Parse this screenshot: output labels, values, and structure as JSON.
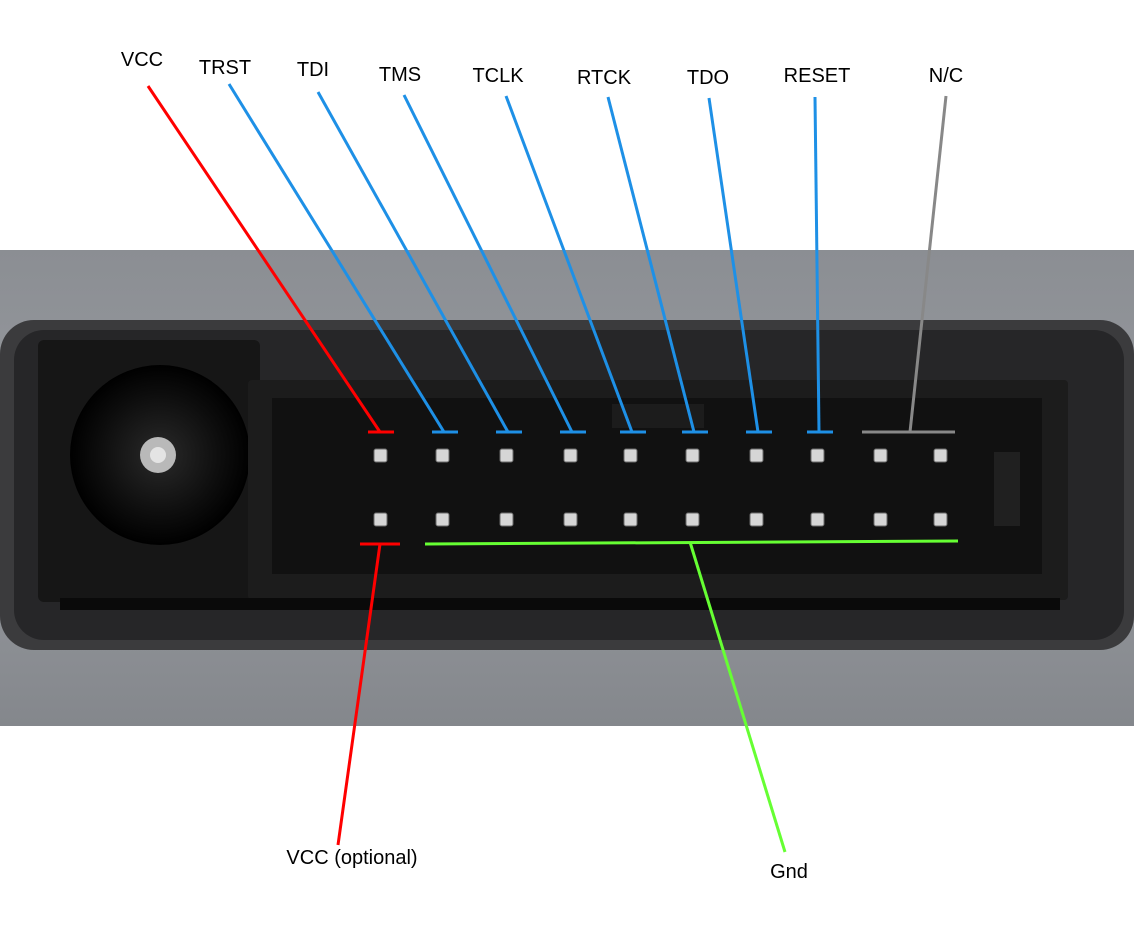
{
  "diagram": {
    "top_labels": [
      {
        "text": "VCC",
        "color": "#ff0000",
        "pin": 1
      },
      {
        "text": "TRST",
        "color": "#1e90e6",
        "pin": 3
      },
      {
        "text": "TDI",
        "color": "#1e90e6",
        "pin": 5
      },
      {
        "text": "TMS",
        "color": "#1e90e6",
        "pin": 7
      },
      {
        "text": "TCLK",
        "color": "#1e90e6",
        "pin": 9
      },
      {
        "text": "RTCK",
        "color": "#1e90e6",
        "pin": 11
      },
      {
        "text": "TDO",
        "color": "#1e90e6",
        "pin": 13
      },
      {
        "text": "RESET",
        "color": "#1e90e6",
        "pin": 15
      },
      {
        "text": "N/C",
        "color": "#888888",
        "pins": [
          17,
          19
        ]
      }
    ],
    "bottom_labels": [
      {
        "text": "VCC (optional)",
        "color": "#ff0000",
        "pin": 2
      },
      {
        "text": "Gnd",
        "color": "#66ff33",
        "pins": [
          4,
          6,
          8,
          10,
          12,
          14,
          16,
          18,
          20
        ]
      }
    ],
    "connector": {
      "pins_per_row": 10,
      "rows": 2,
      "photo_colors": {
        "panel": "#8e9196",
        "housing": "#1a1a1a",
        "pin": "#d6d6d6",
        "jack": "#0e0e0e"
      }
    }
  }
}
